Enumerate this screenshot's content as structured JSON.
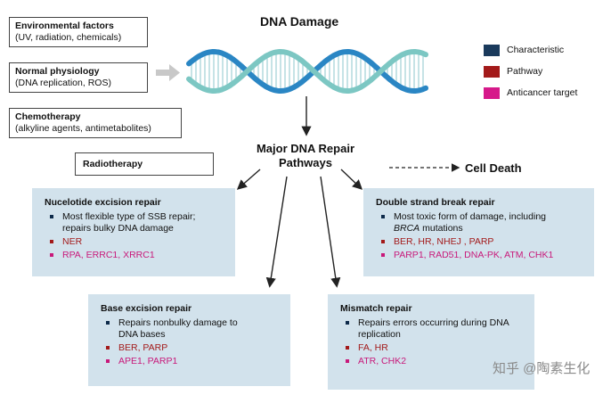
{
  "title": "DNA Damage",
  "causes": [
    {
      "title": "Environmental factors",
      "detail": "(UV, radiation, chemicals)"
    },
    {
      "title": "Normal physiology",
      "detail": "(DNA replication, ROS)"
    },
    {
      "title": "Chemotherapy",
      "detail": "(alkyline agents, antimetabolites)"
    }
  ],
  "radiotherapy": "Radiotherapy",
  "major_line1": "Major DNA Repair",
  "major_line2": "Pathways",
  "cell_death": "Cell Death",
  "legend": [
    {
      "label": "Characteristic",
      "color": "#1a3a5c"
    },
    {
      "label": "Pathway",
      "color": "#a31a1a"
    },
    {
      "label": "Anticancer target",
      "color": "#d6198a"
    }
  ],
  "boxes": {
    "ner": {
      "title": "Nucelotide excision repair",
      "characteristic": "Most flexible type of SSB repair; repairs bulky DNA damage",
      "pathway": "NER",
      "target": "RPA, ERRC1, XRRC1"
    },
    "dsb": {
      "title": "Double strand break repair",
      "characteristic_a": "Most toxic form of damage, including",
      "characteristic_b": "BRCA",
      "characteristic_c": " mutations",
      "pathway": "BER, HR, NHEJ , PARP",
      "target": "PARP1, RAD51, DNA-PK, ATM, CHK1"
    },
    "ber": {
      "title": "Base excision repair",
      "characteristic": "Repairs nonbulky damage to DNA bases",
      "pathway": "BER, PARP",
      "target": "APE1, PARP1"
    },
    "mmr": {
      "title": "Mismatch repair",
      "characteristic": "Repairs errors occurring during DNA replication",
      "pathway": "FA, HR",
      "target": "ATR, CHK2"
    }
  },
  "watermark": "知乎 @陶素生化"
}
